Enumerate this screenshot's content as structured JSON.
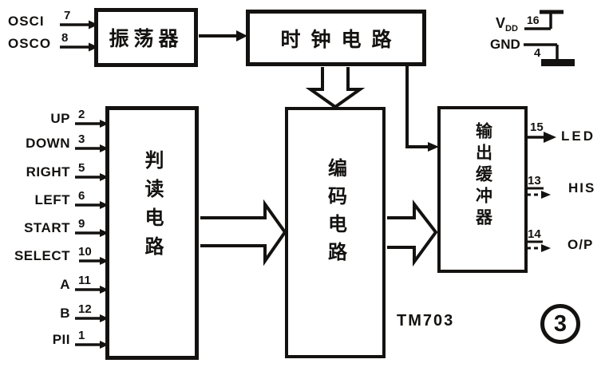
{
  "diagram": {
    "figure_number": "3",
    "chip_label": "TM703",
    "colors": {
      "ink": "#141210",
      "paper": "#ffffff"
    },
    "blocks": {
      "oscillator": "振荡器",
      "clock": "时钟电路",
      "judge": "判读电路",
      "encoder": "编码电路",
      "output_buffer": "输出缓冲器"
    },
    "osc_inputs": [
      {
        "label": "OSCI",
        "pin": "7"
      },
      {
        "label": "OSCO",
        "pin": "8"
      }
    ],
    "inputs": [
      {
        "label": "UP",
        "pin": "2"
      },
      {
        "label": "DOWN",
        "pin": "3"
      },
      {
        "label": "RIGHT",
        "pin": "5"
      },
      {
        "label": "LEFT",
        "pin": "6"
      },
      {
        "label": "START",
        "pin": "9"
      },
      {
        "label": "SELECT",
        "pin": "10"
      },
      {
        "label": "A",
        "pin": "11"
      },
      {
        "label": "B",
        "pin": "12"
      },
      {
        "label": "PII",
        "pin": "1"
      }
    ],
    "outputs": [
      {
        "label": "LED",
        "pin": "15",
        "line_style": "solid"
      },
      {
        "label": "HIS",
        "pin": "13",
        "line_style": "dashed"
      },
      {
        "label": "O/P",
        "pin": "14",
        "line_style": "dashed"
      }
    ],
    "power": [
      {
        "label": "VDD",
        "main": "V",
        "sub": "DD",
        "pin": "16",
        "symbol": "supply-rail"
      },
      {
        "label": "GND",
        "pin": "4",
        "symbol": "ground"
      }
    ]
  }
}
